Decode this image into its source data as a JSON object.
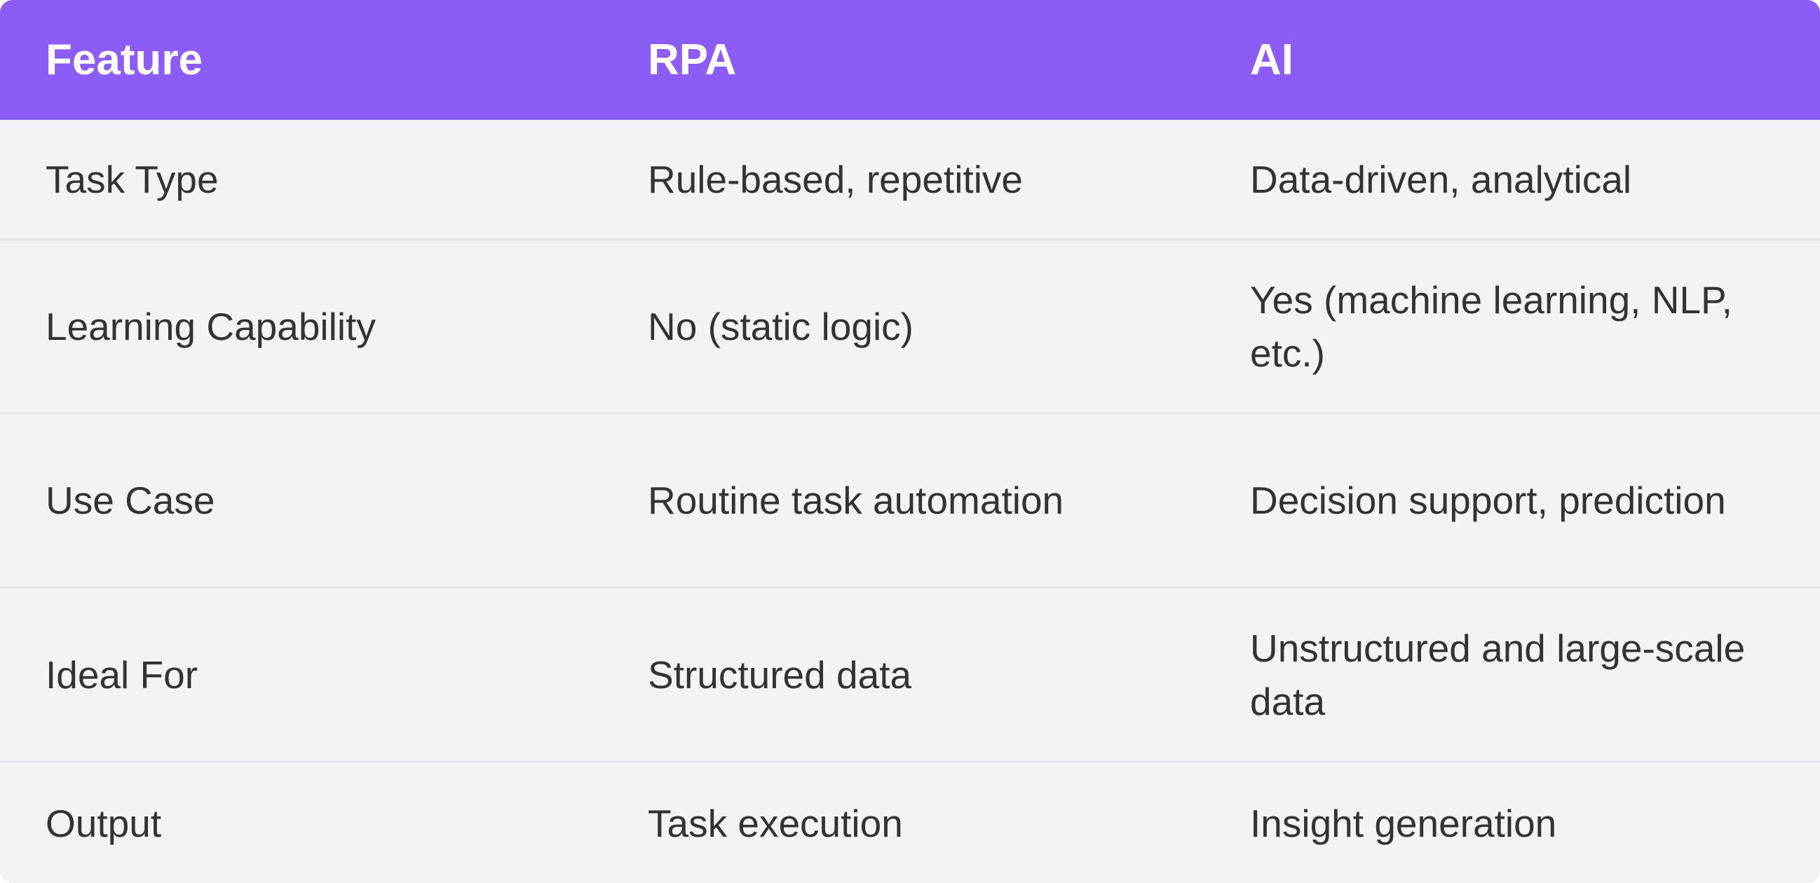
{
  "table": {
    "header_color": "#8b5cf6",
    "columns": [
      "Feature",
      "RPA",
      "AI"
    ],
    "rows": [
      [
        "Task Type",
        "Rule-based, repetitive",
        "Data-driven, analytical"
      ],
      [
        "Learning Capability",
        "No (static logic)",
        "Yes (machine learning, NLP, etc.)"
      ],
      [
        "Use Case",
        "Routine task automation",
        "Decision support, prediction"
      ],
      [
        "Ideal For",
        "Structured data",
        "Unstructured and large-scale data"
      ],
      [
        "Output",
        "Task execution",
        "Insight generation"
      ]
    ]
  }
}
